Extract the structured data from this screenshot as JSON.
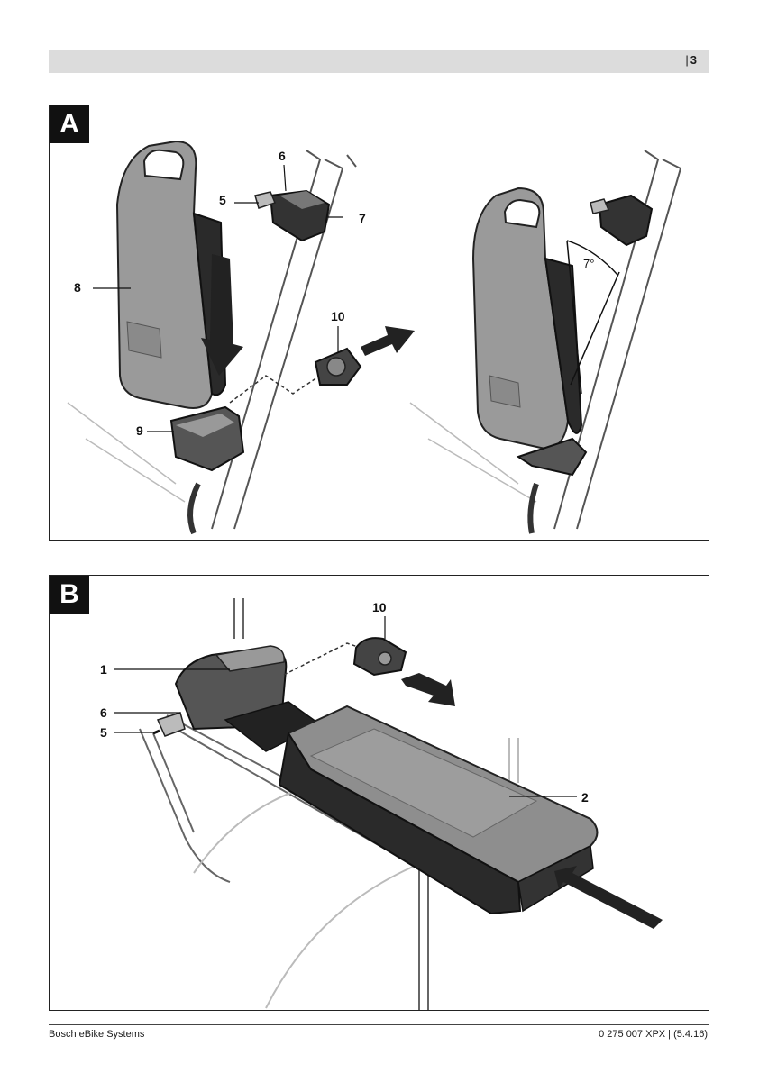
{
  "header": {
    "page_number": "3"
  },
  "figures": [
    {
      "label": "A",
      "callouts": [
        "5",
        "6",
        "7",
        "8",
        "9",
        "10"
      ],
      "angle_label": "7°"
    },
    {
      "label": "B",
      "callouts": [
        "1",
        "6",
        "5",
        "10",
        "2"
      ]
    }
  ],
  "footer": {
    "left": "Bosch eBike Systems",
    "right": "0 275 007 XPX | (5.4.16)"
  }
}
